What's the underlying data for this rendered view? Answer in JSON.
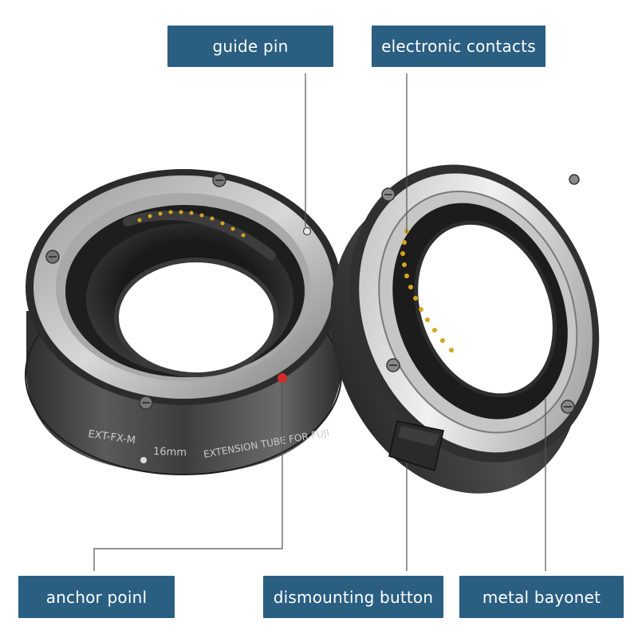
{
  "labels": {
    "guide_pin": "guide pin",
    "electronic_contacts": "electronic contacts",
    "anchor_point": "anchor poinl",
    "dismounting_button": "dismounting button",
    "metal_bayonet": "metal bayonet"
  },
  "product": {
    "model": "EXT-FX-M",
    "length": "16mm",
    "engraving": "EXTENSION TUBE FOR FUJI"
  },
  "colors": {
    "label_bg": "#2a5f82",
    "label_text": "#ffffff",
    "leader_line": "#555555",
    "anchor_dot": "#d42a2a",
    "contact_gold": "#d4a520"
  }
}
